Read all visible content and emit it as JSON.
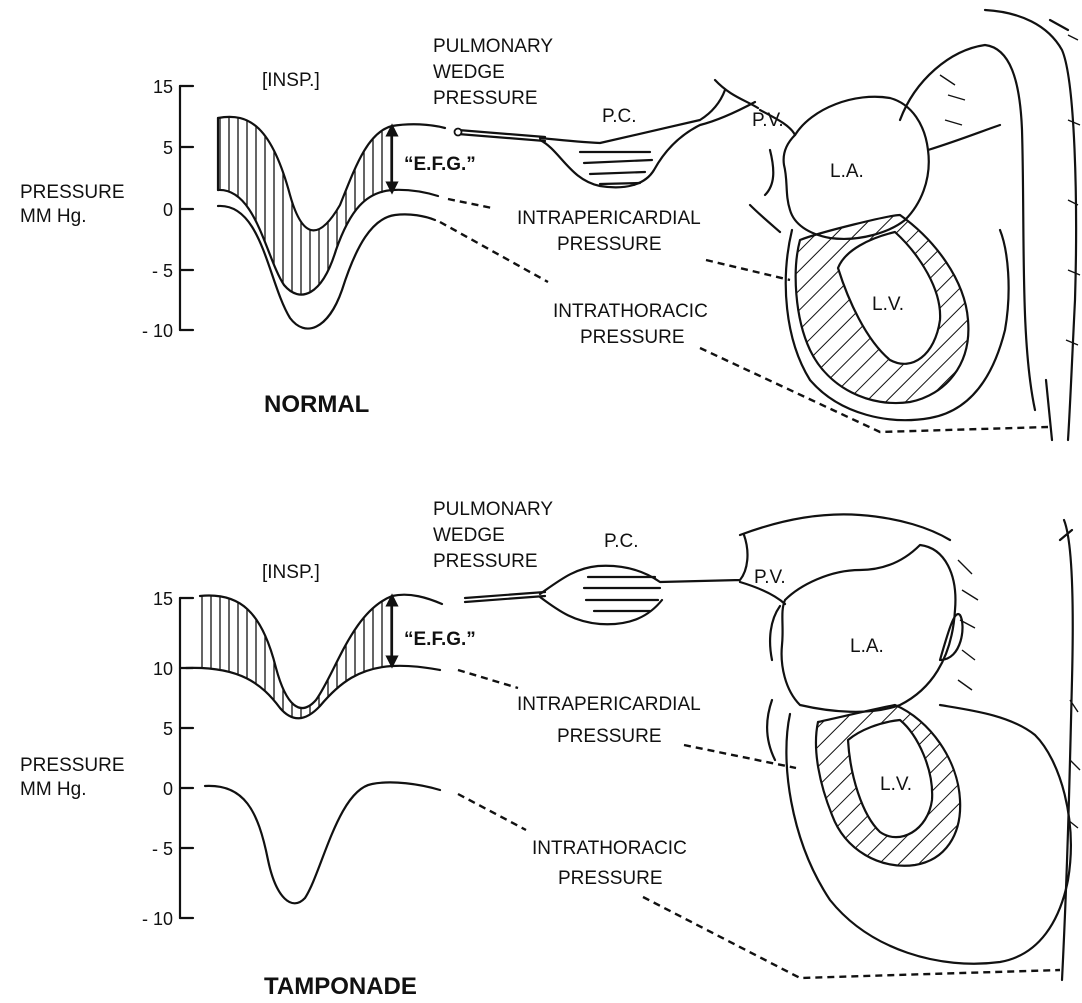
{
  "normal": {
    "title": "NORMAL",
    "insp_label": "[INSP.]",
    "y_axis_label": [
      "PRESSURE",
      "MM Hg."
    ],
    "y_ticks": [
      "15",
      "5",
      "0",
      "- 5",
      "- 10"
    ],
    "pulmonary_wedge_label": [
      "PULMONARY",
      "WEDGE",
      "PRESSURE"
    ],
    "efg_label": "“E.F.G.”",
    "intrapericardial_label": [
      "INTRAPERICARDIAL",
      "PRESSURE"
    ],
    "intrathoracic_label": [
      "INTRATHORACIC",
      "PRESSURE"
    ],
    "anatomy": {
      "pc": "P.C.",
      "pv": "P.V.",
      "la": "L.A.",
      "lv": "L.V."
    }
  },
  "tamponade": {
    "title": "TAMPONADE",
    "insp_label": "[INSP.]",
    "y_axis_label": [
      "PRESSURE",
      "MM Hg."
    ],
    "y_ticks": [
      "15",
      "10",
      "5",
      "0",
      "- 5",
      "- 10"
    ],
    "pulmonary_wedge_label": [
      "PULMONARY",
      "WEDGE",
      "PRESSURE"
    ],
    "efg_label": "“E.F.G.”",
    "intrapericardial_label": [
      "INTRAPERICARDIAL",
      "PRESSURE"
    ],
    "intrathoracic_label": [
      "INTRATHORACIC",
      "PRESSURE"
    ],
    "anatomy": {
      "pc": "P.C.",
      "pv": "P.V.",
      "la": "L.A.",
      "lv": "L.V."
    }
  }
}
